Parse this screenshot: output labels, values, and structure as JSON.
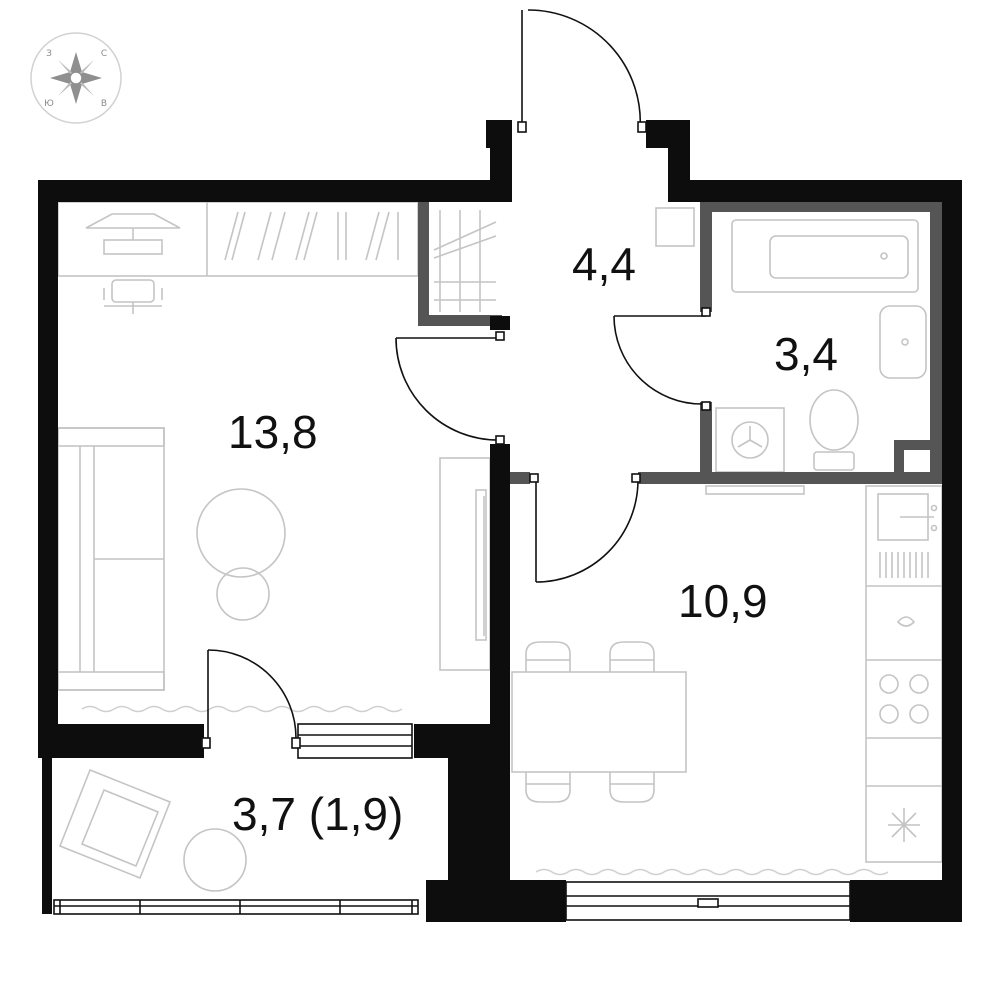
{
  "plan": {
    "rooms": {
      "living": {
        "area": "13,8"
      },
      "hall": {
        "area": "4,4"
      },
      "bathroom": {
        "area": "3,4"
      },
      "kitchen": {
        "area": "10,9"
      },
      "balcony": {
        "area": "3,7 (1,9)"
      }
    },
    "compass": {
      "north": "С",
      "east": "В",
      "south": "Ю",
      "west": "З"
    },
    "colors": {
      "wall": "#0d0d0d",
      "partition": "#555555",
      "furniture": "#c4c4c4"
    }
  }
}
